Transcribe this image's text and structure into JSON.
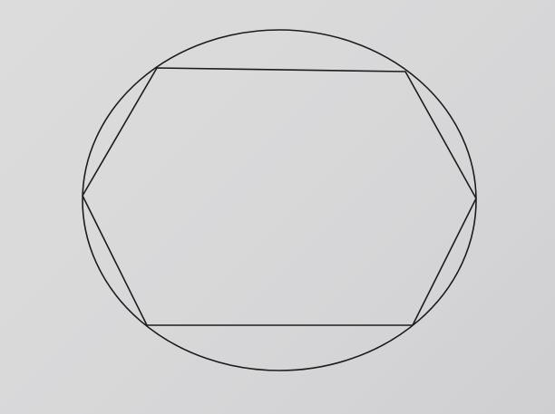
{
  "figure": {
    "shapes": [
      "circle",
      "hexagon"
    ],
    "hexagon_vertex_count": 6,
    "inscribed": true,
    "stroke_color": "#1c1c1c",
    "background_color": "#d9d9da"
  }
}
